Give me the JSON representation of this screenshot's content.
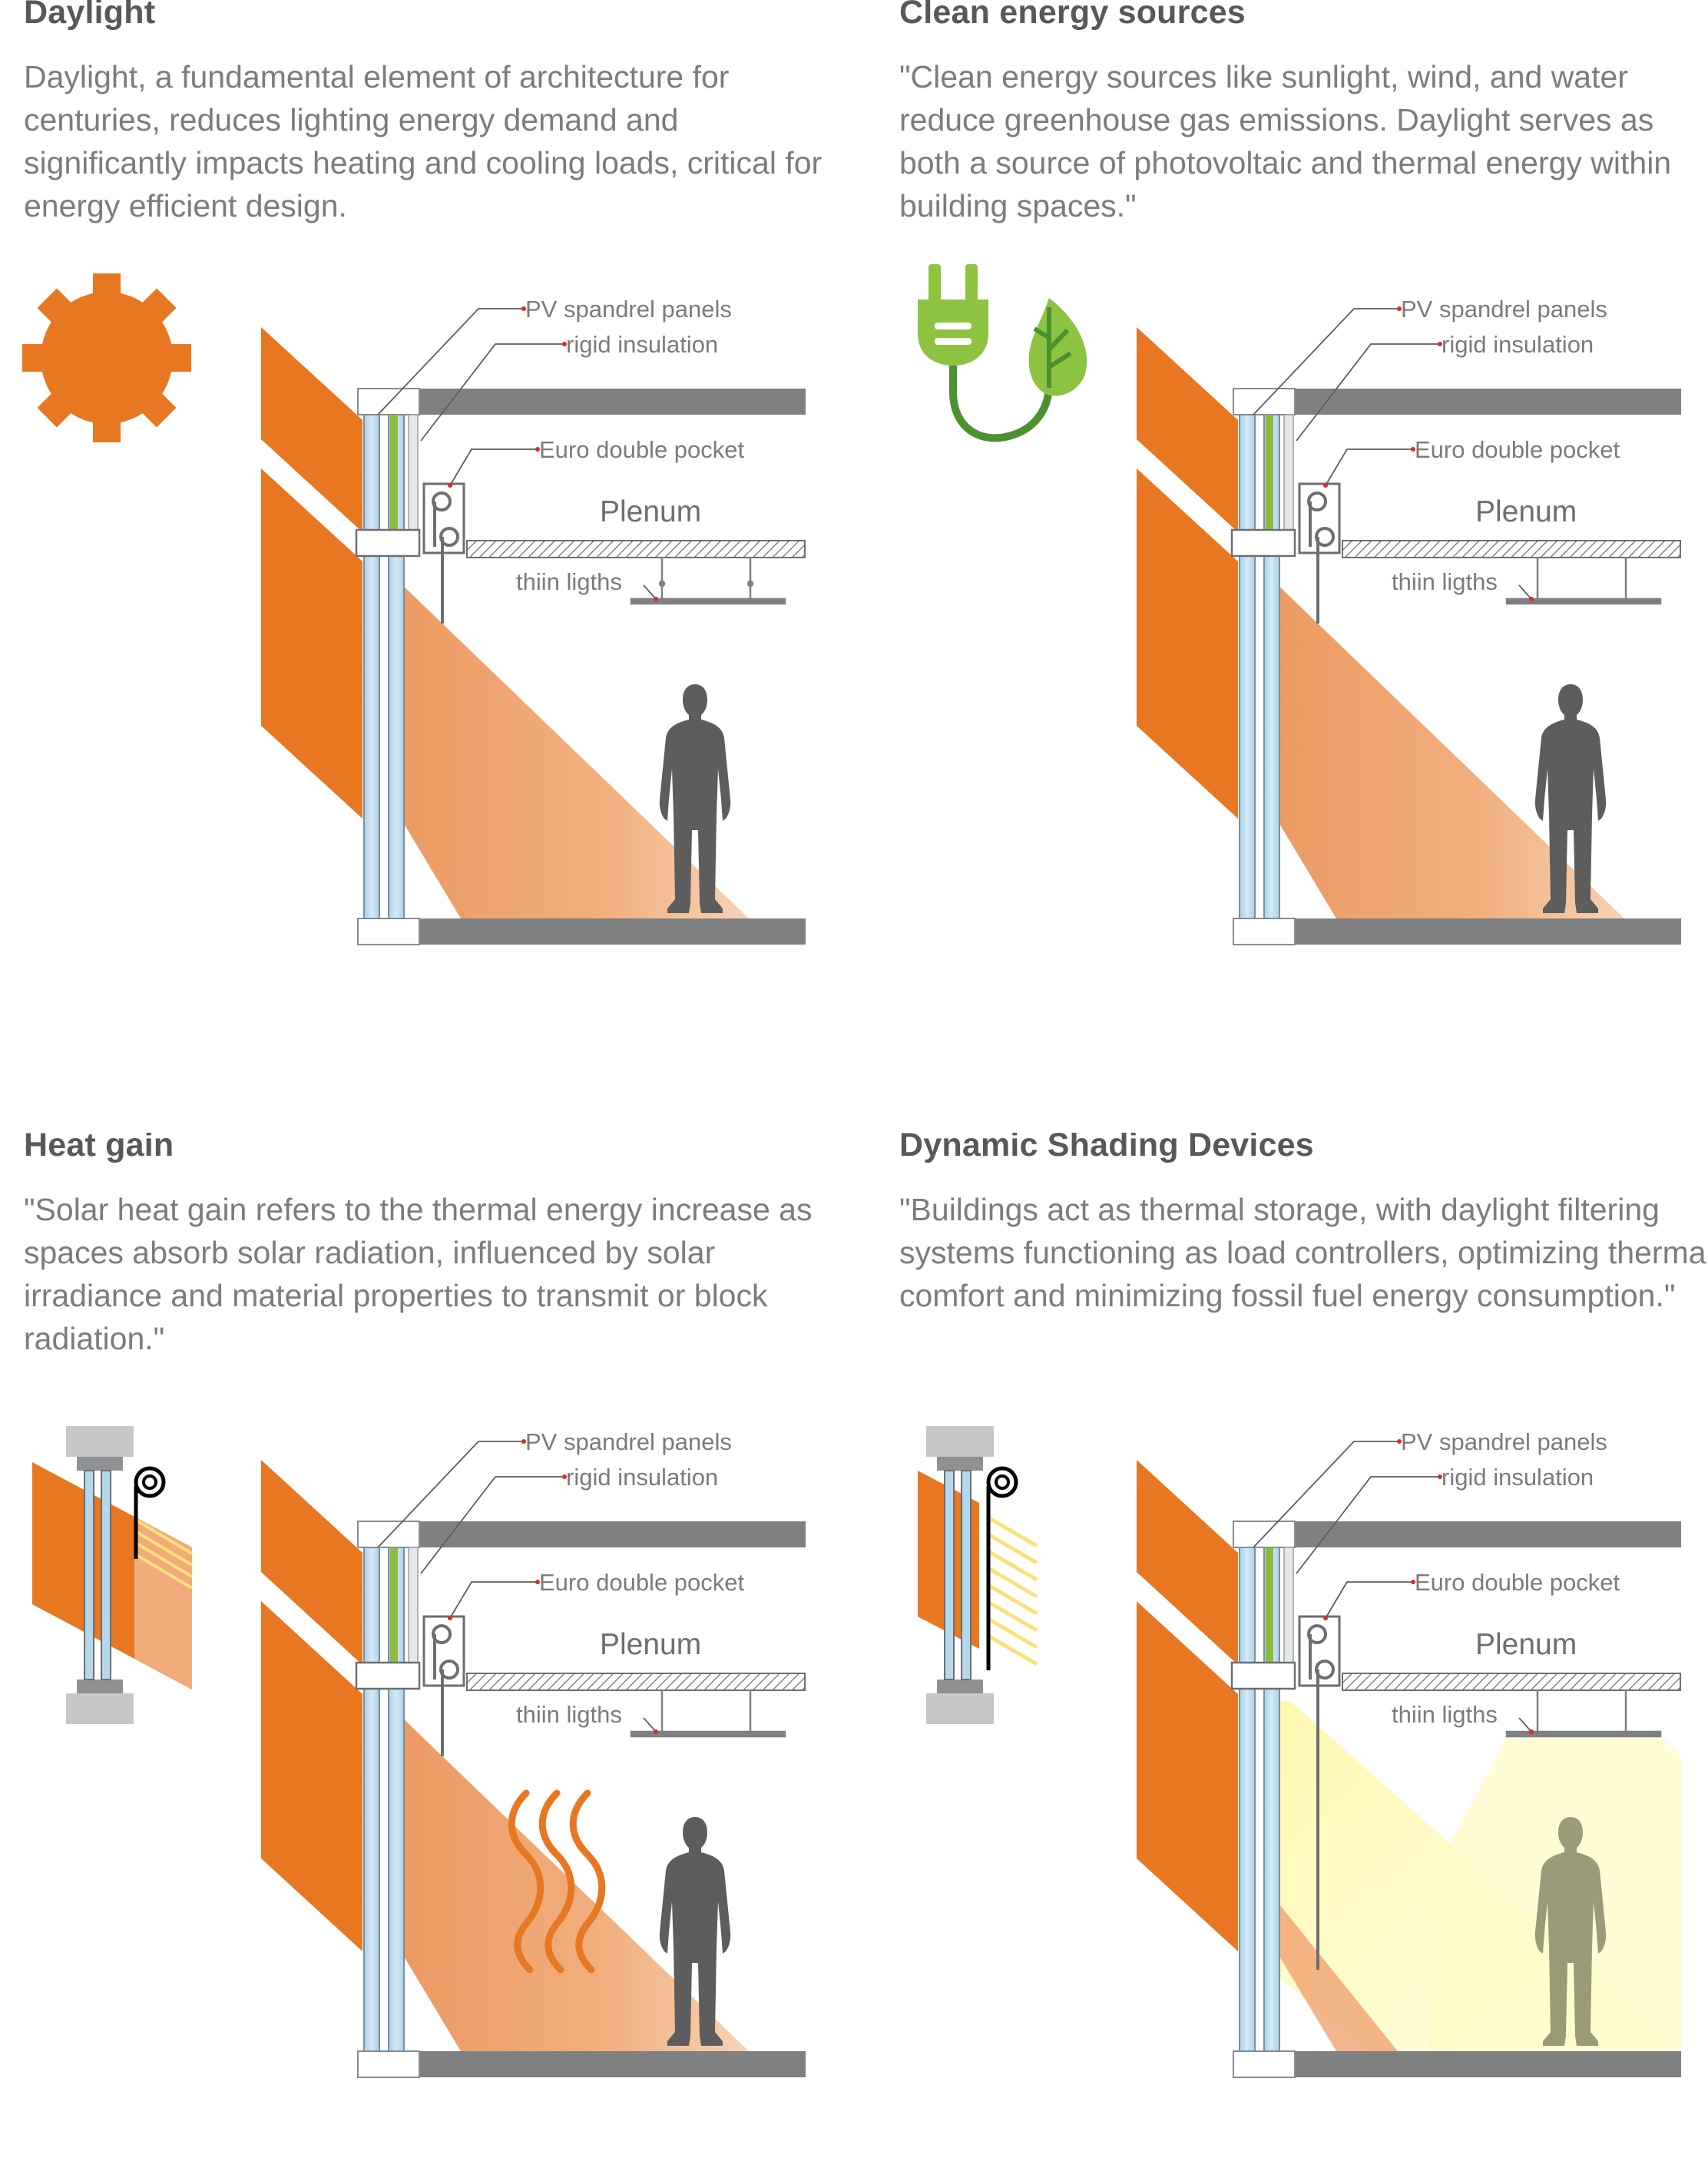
{
  "panels": [
    {
      "title": "Daylight",
      "description": "Daylight, a fundamental element of architecture for centuries, reduces lighting energy demand and significantly impacts heating and cooling loads, critical for energy efficient design.",
      "icon": "sun-icon"
    },
    {
      "title": "Clean energy sources",
      "description": "\"Clean energy sources like sunlight, wind, and water reduce greenhouse gas emissions. Daylight serves as both a source of photovoltaic and thermal energy within building spaces.\"",
      "icon": "plug-leaf-icon"
    },
    {
      "title": "Heat gain",
      "description": "\"Solar heat gain refers to the thermal energy increase as spaces absorb solar radiation, influenced by solar irradiance and material properties to transmit or block radiation.\"",
      "icon": "window-blind-icon"
    },
    {
      "title": "Dynamic Shading Devices",
      "description": "\"Buildings act as thermal storage, with daylight filtering systems functioning as load controllers, optimizing thermal comfort and minimizing fossil fuel energy consumption.\"",
      "icon": "window-louvers-icon"
    }
  ],
  "labels": {
    "pv": "PV spandrel panels",
    "insulation": "rigid insulation",
    "pocket": "Euro double pocket",
    "plenum": "Plenum",
    "lights": "thiin ligths"
  },
  "colors": {
    "sun_orange": "#e87722",
    "beam_light": "#f0a371",
    "glass_blue": "#b4d7ec",
    "slab_gray": "#7f8082",
    "pv_green": "#8dbb3f",
    "person_gray": "#5d5d5e",
    "diffuse_yellow": "#fff59a"
  }
}
